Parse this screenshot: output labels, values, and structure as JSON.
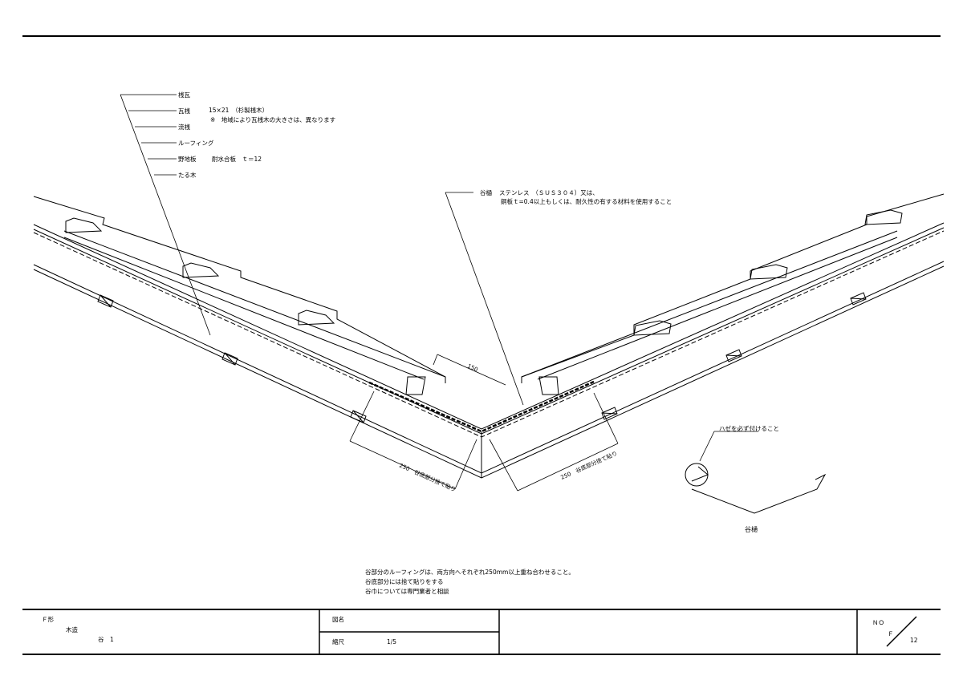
{
  "labels": {
    "ridge_tile": "桟瓦",
    "batten": "瓦桟",
    "batten_size": "15×21　（杉製桟木）",
    "batten_note": "※　地域により瓦桟木の大きさは、異なります",
    "counter_batten": "流桟",
    "roofing": "ルーフィング",
    "sheathing": "野地板",
    "sheathing_spec": "耐水合板　ｔ＝12",
    "rafter": "たる木",
    "gutter": "谷樋",
    "gutter_spec": "ステンレス　（ＳＵＳ３０４）又は、",
    "gutter_spec2": "銅板ｔ=0.4以上もしくは、耐久性の有する材料を使用すること",
    "hem_note": "ハゼを必ず付けること",
    "gutter_detail_label": "谷樋"
  },
  "dims": {
    "d150": "150",
    "d250_left": "250　谷底部分捨て貼り",
    "d250_right": "250　谷底部分捨て貼り"
  },
  "notes": [
    "谷部分のルーフィングは、両方向へそれぞれ250mm以上重ね合わせること。",
    "谷底部分には捨て貼りをする",
    "谷巾については専門業者と相談"
  ],
  "title_block": {
    "series": "Ｆ形",
    "structure": "木造",
    "part": "谷　1",
    "drawing_name_label": "図名",
    "drawing_name": "",
    "scale_label": "縮尺",
    "scale": "1/5",
    "no_label": "ＮＯ",
    "series_code": "Ｆ",
    "number": "12"
  }
}
